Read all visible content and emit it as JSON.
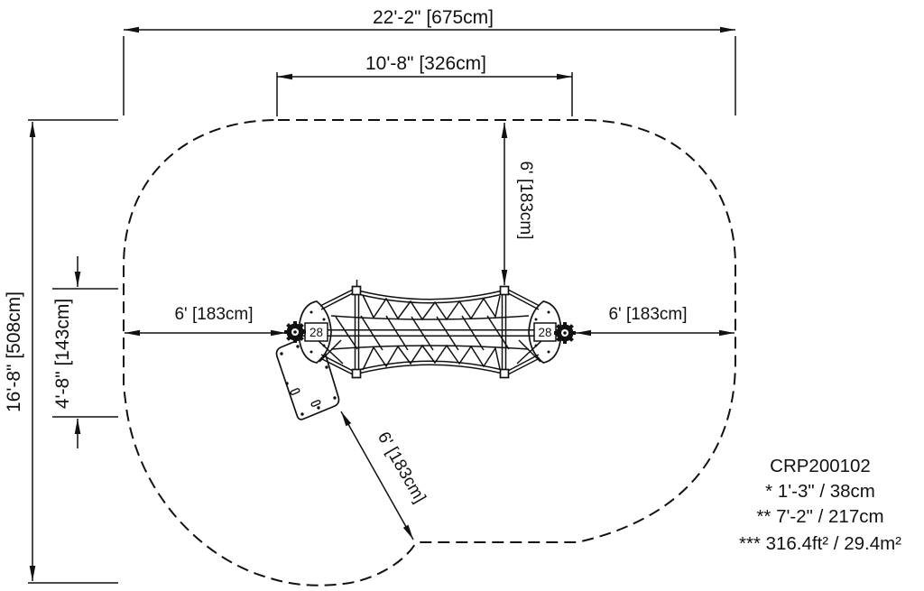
{
  "drawing": {
    "type": "playground-equipment-plan-view",
    "colors": {
      "line": "#111111",
      "background": "#ffffff"
    }
  },
  "dims": {
    "overall_width": "22'-2\" [675cm]",
    "inner_width": "10'-8\" [326cm]",
    "clearance_top": "6' [183cm]",
    "clearance_left": "6' [183cm]",
    "clearance_right": "6' [183cm]",
    "clearance_slide": "6' [183cm]",
    "overall_depth": "16'-8\" [508cm]",
    "partial_depth": "4'-8\" [143cm]"
  },
  "equipment": {
    "hub_left_label": "28",
    "hub_right_label": "28"
  },
  "info_block": {
    "model": "CRP200102",
    "note1": "* 1'-3\" / 38cm",
    "note2": "** 7'-2\" / 217cm",
    "note3": "*** 316.4ft² / 29.4m²"
  }
}
